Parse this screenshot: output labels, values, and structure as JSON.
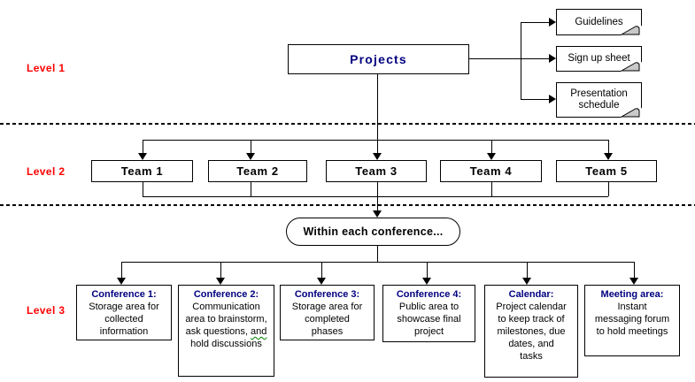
{
  "diagram": {
    "levels": [
      {
        "label": "Level 1"
      },
      {
        "label": "Level 2"
      },
      {
        "label": "Level 3"
      }
    ],
    "root": {
      "label": "Projects"
    },
    "documents": [
      {
        "label": "Guidelines"
      },
      {
        "label": "Sign up sheet"
      },
      {
        "label": "Presentation schedule"
      }
    ],
    "teams": [
      {
        "label": "Team 1"
      },
      {
        "label": "Team 2"
      },
      {
        "label": "Team 3"
      },
      {
        "label": "Team 4"
      },
      {
        "label": "Team 5"
      }
    ],
    "connector": {
      "label": "Within each conference..."
    },
    "areas": [
      {
        "title": "Conference 1:",
        "body": "Storage area for collected information"
      },
      {
        "title": "Conference 2:",
        "body_segments": [
          {
            "text": "Communication area to brainstorm, ask questions, "
          },
          {
            "text": "and",
            "squiggle": true
          },
          {
            "text": " hold discussions"
          }
        ]
      },
      {
        "title": "Conference 3:",
        "body": "Storage area for completed phases"
      },
      {
        "title": "Conference 4:",
        "body": "Public area to showcase final project"
      },
      {
        "title": "Calendar:",
        "body": "Project calendar to keep track of milestones, due dates, and tasks"
      },
      {
        "title": "Meeting area:",
        "body": "Instant messaging forum to hold meetings"
      }
    ],
    "colors": {
      "level_label": "#ff0000",
      "node_title": "#000080",
      "line": "#000000",
      "squiggle": "#008000",
      "note_fold": "#c9c9c9"
    }
  }
}
